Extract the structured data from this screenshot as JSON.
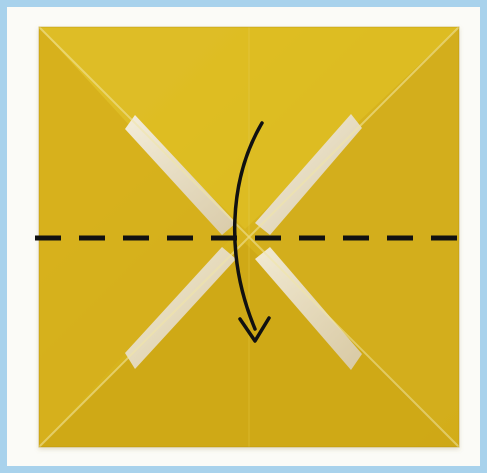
{
  "image": {
    "subject": "origami-folding-step",
    "colors": {
      "frame": "#a8d2ec",
      "background": "#fbfbf7",
      "paper_yellow": "#d9b51d",
      "paper_shadow": "#c59f12",
      "inner_white": "#efe7d2",
      "fold_line": "#111111"
    },
    "icons": [
      "dashed-fold-line",
      "curved-fold-arrow"
    ]
  }
}
